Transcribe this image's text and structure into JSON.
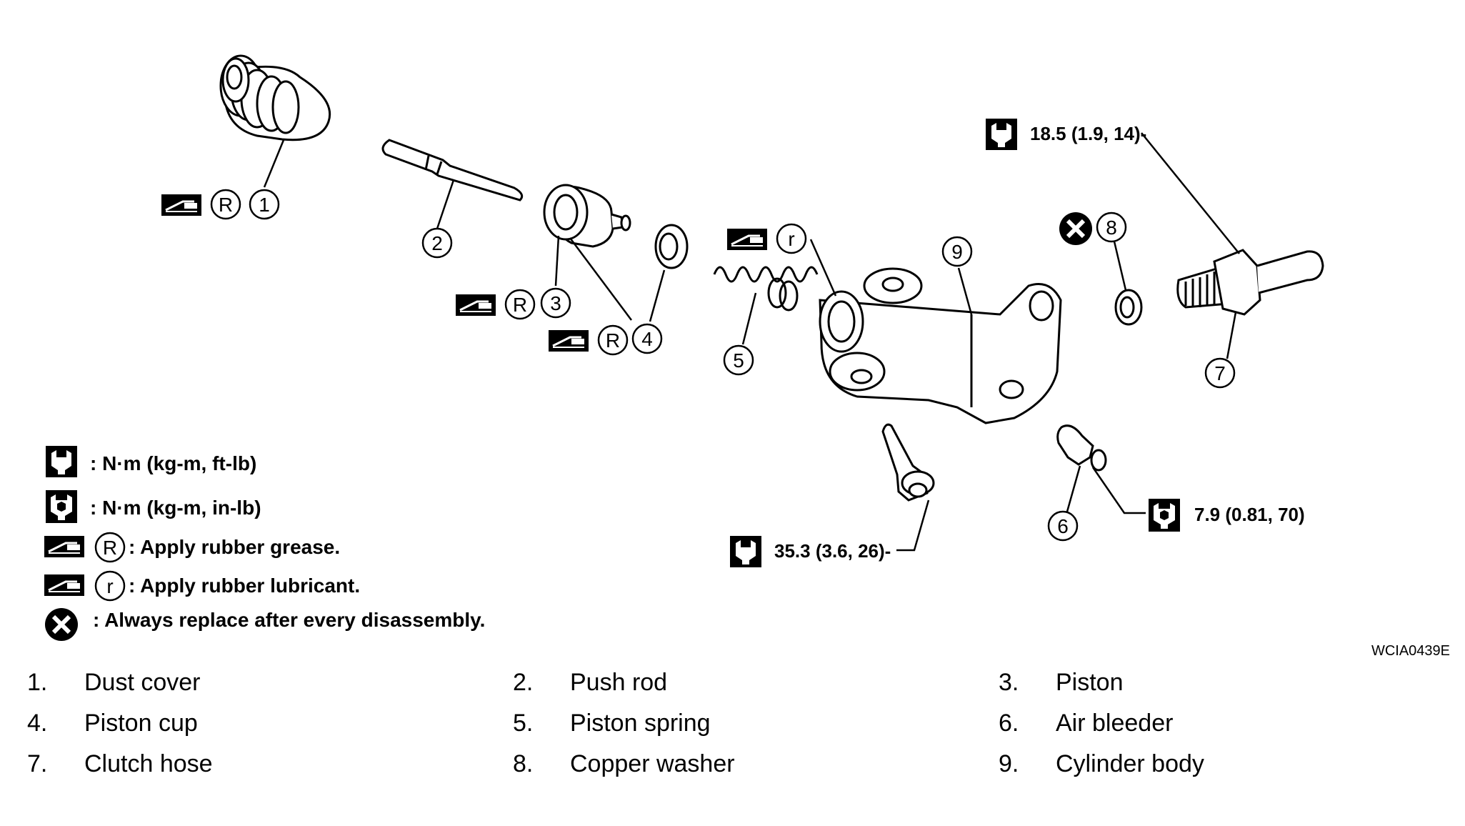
{
  "image_code": "WCIA0439E",
  "callouts": {
    "c1": "1",
    "c2": "2",
    "c3": "3",
    "c4": "4",
    "c5": "5",
    "c6": "6",
    "c7": "7",
    "c8": "8",
    "c9": "9",
    "R": "R",
    "r": "r"
  },
  "torque": {
    "hose_bolt": "18.5 (1.9, 14)-",
    "mount_bolt": "35.3 (3.6, 26)-",
    "air_bleeder": "7.9 (0.81, 70)"
  },
  "legend": {
    "nm_ftlb": ": N·m (kg-m, ft-lb)",
    "nm_inlb": ": N·m (kg-m, in-lb)",
    "rubber_grease_symbol": "R",
    "rubber_grease": ": Apply rubber grease.",
    "rubber_lube_symbol": "r",
    "rubber_lube": ": Apply rubber lubricant.",
    "replace": ": Always replace after every disassembly."
  },
  "parts_list": [
    {
      "num": "1.",
      "name": "Dust cover"
    },
    {
      "num": "2.",
      "name": "Push rod"
    },
    {
      "num": "3.",
      "name": "Piston"
    },
    {
      "num": "4.",
      "name": "Piston cup"
    },
    {
      "num": "5.",
      "name": "Piston spring"
    },
    {
      "num": "6.",
      "name": "Air bleeder"
    },
    {
      "num": "7.",
      "name": "Clutch hose"
    },
    {
      "num": "8.",
      "name": "Copper washer"
    },
    {
      "num": "9.",
      "name": "Cylinder body"
    }
  ],
  "icons": [
    "grease-gun-icon",
    "wrench-ftlb-icon",
    "wrench-inlb-icon",
    "replace-x-icon"
  ]
}
